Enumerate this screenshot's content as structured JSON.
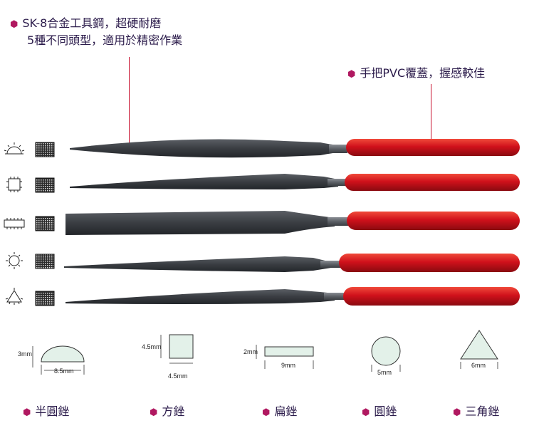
{
  "callouts": {
    "material_line1": "SK-8合金工具鋼，超硬耐磨",
    "material_line2": "5種不同頭型，適用於精密作業",
    "handle": "手把PVC覆蓋，握感較佳"
  },
  "sections": [
    {
      "name": "半圓銼",
      "height_label": "3mm",
      "width_label": "8.5mm"
    },
    {
      "name": "方銼",
      "height_label": "4.5mm",
      "width_label": "4.5mm"
    },
    {
      "name": "扁銼",
      "height_label": "2mm",
      "width_label": "9mm"
    },
    {
      "name": "圓銼",
      "width_label": "5mm"
    },
    {
      "name": "三角銼",
      "width_label": "6mm"
    }
  ],
  "colors": {
    "handle_red": "#d0111b",
    "blade_dark": "#3a3d42",
    "section_fill": "#e3f1e9",
    "accent_dot": "#b01860",
    "text": "#2a1a4a"
  }
}
